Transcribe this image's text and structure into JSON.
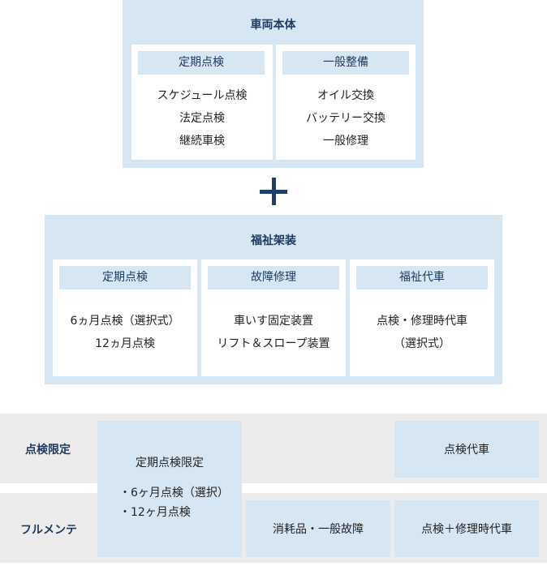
{
  "vehicle": {
    "title": "車両本体",
    "periodic": {
      "header": "定期点検",
      "items": [
        "スケジュール点検",
        "法定点検",
        "継続車検"
      ]
    },
    "general": {
      "header": "一般整備",
      "items": [
        "オイル交換",
        "バッテリー交換",
        "一般修理"
      ]
    }
  },
  "plus_icon": "plus-icon",
  "welfare": {
    "title": "福祉架装",
    "periodic": {
      "header": "定期点検",
      "items": [
        "6ヵ月点検（選択式）",
        "12ヵ月点検"
      ]
    },
    "repair": {
      "header": "故障修理",
      "items": [
        "車いす固定装置",
        "リフト＆スロープ装置"
      ]
    },
    "car": {
      "header": "福祉代車",
      "items": [
        "点検・修理時代車",
        "（選択式）"
      ]
    }
  },
  "plans": {
    "inspection_label": "点検限定",
    "full_label": "フルメンテ",
    "periodic_limited": {
      "title": "定期点検限定",
      "items": [
        "・6ヶ月点検（選択）",
        "・12ヶ月点検"
      ]
    },
    "inspection_car": "点検代車",
    "consumables": "消耗品・一般故障",
    "repair_car": "点検＋修理時代車"
  },
  "colors": {
    "panel": "#d7e6f3",
    "band": "#ececec",
    "accent": "#1d3f6b"
  }
}
